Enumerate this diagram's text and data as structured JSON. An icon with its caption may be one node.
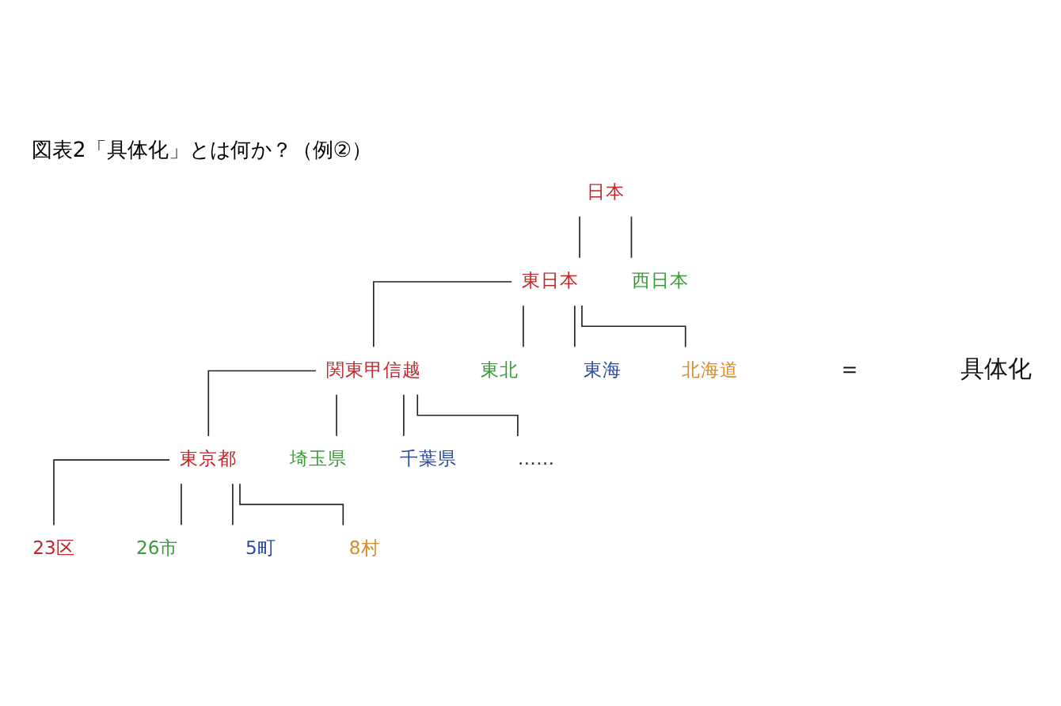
{
  "diagram": {
    "title": "図表2「具体化」とは何か？（例②）",
    "nodes": [
      {
        "text": [
          "日本"
        ]
      },
      {
        "text": [
          "東日本"
        ]
      },
      {
        "text": [
          "西日本"
        ]
      },
      {
        "text": [
          "関東甲信越"
        ]
      },
      {
        "text": [
          "東北"
        ]
      },
      {
        "text": [
          "東海"
        ]
      },
      {
        "text": [
          "北海道"
        ]
      },
      {
        "text": [
          "東京都"
        ]
      },
      {
        "text": [
          "埼玉県"
        ]
      },
      {
        "text": [
          "千葉県"
        ]
      },
      {
        "text": [
          "……"
        ]
      },
      {
        "text": [
          "23区"
        ]
      },
      {
        "text": [
          "26市"
        ]
      },
      {
        "text": [
          "5町"
        ]
      },
      {
        "text": [
          "8村"
        ]
      }
    ],
    "edges": [
      {
        "from": 0,
        "to": 1,
        "arrow": "none"
      },
      {
        "from": 0,
        "to": 2,
        "arrow": "none"
      },
      {
        "from": 1,
        "to": 3,
        "arrow": "none"
      },
      {
        "from": 1,
        "to": 4,
        "arrow": "none"
      },
      {
        "from": 1,
        "to": 5,
        "arrow": "none"
      },
      {
        "from": 1,
        "to": 6,
        "arrow": "none"
      },
      {
        "from": 3,
        "to": 7,
        "arrow": "none"
      },
      {
        "from": 3,
        "to": 8,
        "arrow": "none"
      },
      {
        "from": 3,
        "to": 9,
        "arrow": "none"
      },
      {
        "from": 3,
        "to": 10,
        "arrow": "none"
      },
      {
        "from": 7,
        "to": 11,
        "arrow": "none"
      },
      {
        "from": 7,
        "to": 12,
        "arrow": "none"
      },
      {
        "from": 7,
        "to": 13,
        "arrow": "none"
      },
      {
        "from": 7,
        "to": 14,
        "arrow": "none"
      }
    ],
    "labels": [
      "＝",
      "具体化"
    ]
  }
}
